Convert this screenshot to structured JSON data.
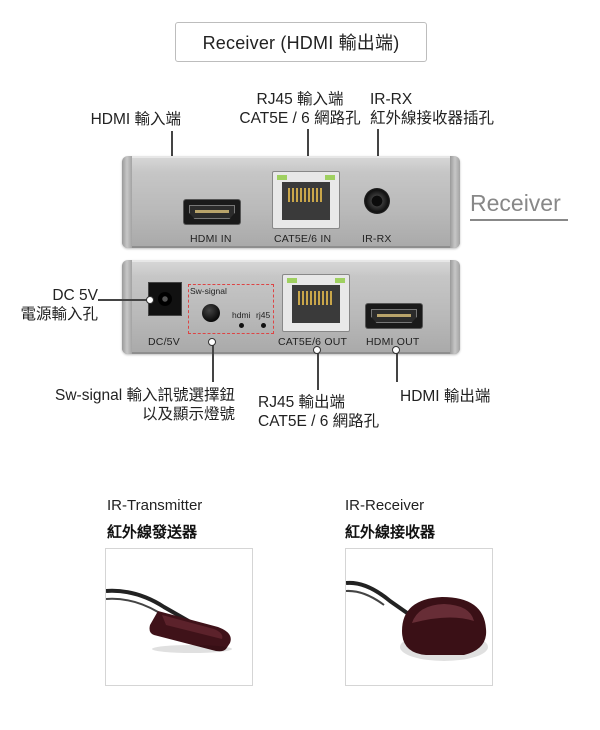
{
  "title": "Receiver (HDMI 輸出端)",
  "side_label": "Receiver",
  "callouts": {
    "hdmi_in": "HDMI 輸入端",
    "rj45_in_line1": "RJ45 輸入端",
    "rj45_in_line2": "CAT5E / 6 網路孔",
    "irrx_line1": "IR-RX",
    "irrx_line2": "紅外線接收器插孔",
    "dc_line1": "DC 5V",
    "dc_line2": "電源輸入孔",
    "sw_line1": "Sw-signal 輸入訊號選擇鈕",
    "sw_line2": "以及顯示燈號",
    "rj45_out_line1": "RJ45 輸出端",
    "rj45_out_line2": "CAT5E / 6 網路孔",
    "hdmi_out": "HDMI 輸出端"
  },
  "front_panel": {
    "hdmi_in": "HDMI IN",
    "cat_in": "CAT5E/6 IN",
    "ir_rx": "IR-RX"
  },
  "back_panel": {
    "dc": "DC/5V",
    "sw_signal": "Sw-signal",
    "hdmi_led": "hdmi",
    "rj45_led": "rj45",
    "cat_out": "CAT5E/6 OUT",
    "hdmi_out": "HDMI OUT"
  },
  "accessories": {
    "ir_tx_title": "IR-Transmitter",
    "ir_tx_sub": "紅外線發送器",
    "ir_rx_title": "IR-Receiver",
    "ir_rx_sub": "紅外線接收器"
  },
  "colors": {
    "chassis": "#bcbcbc",
    "dashed_box": "#dd4444",
    "sensor": "#4a1a20",
    "side_label": "#888888"
  }
}
